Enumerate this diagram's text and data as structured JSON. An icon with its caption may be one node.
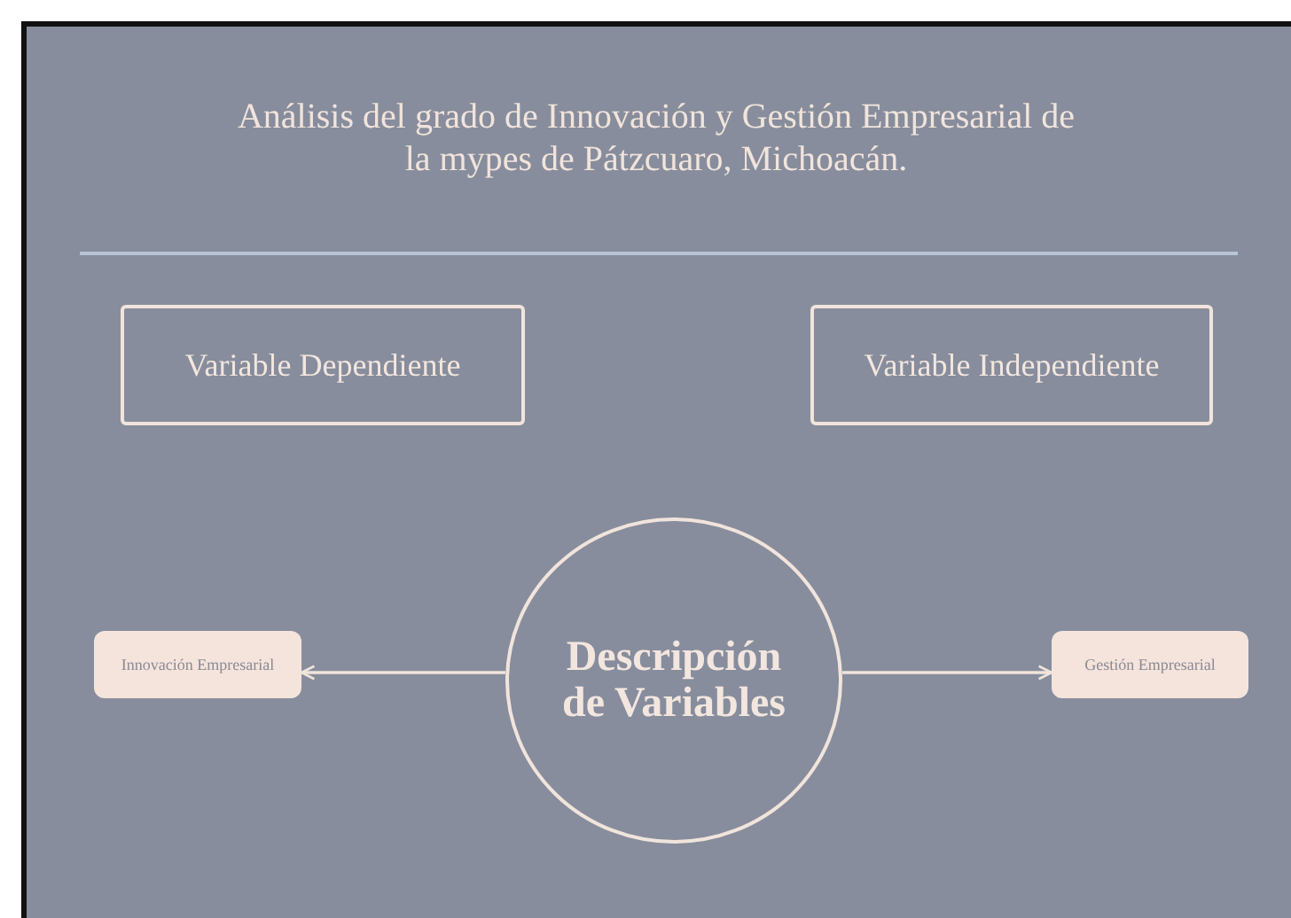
{
  "diagram": {
    "title": "Análisis del grado de Innovación y Gestión Empresarial de la mypes de Pátzcuaro, Michoacán.",
    "nodes": [
      {
        "text": [
          "Variable Dependiente"
        ]
      },
      {
        "text": [
          "Variable Independiente"
        ]
      },
      {
        "text": [
          "Descripción de Variables"
        ]
      },
      {
        "text": [
          "Innovación Empresarial"
        ]
      },
      {
        "text": [
          "Gestión Empresarial"
        ]
      }
    ],
    "edges": [
      {
        "from": 2,
        "to": 3,
        "arrow": "to"
      },
      {
        "from": 2,
        "to": 4,
        "arrow": "to"
      }
    ]
  }
}
